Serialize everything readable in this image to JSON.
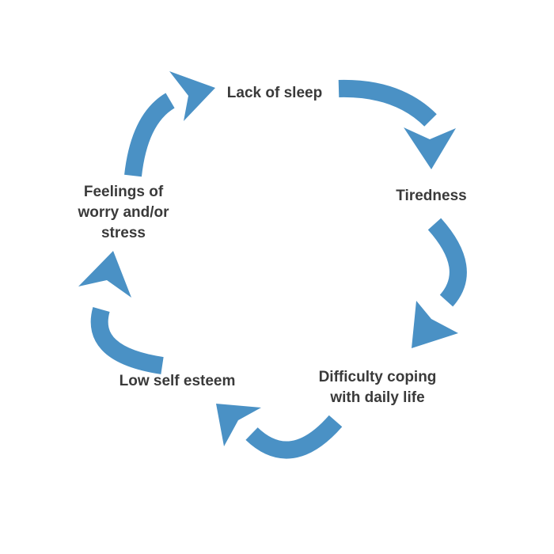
{
  "diagram": {
    "type": "cycle",
    "direction": "clockwise",
    "nodes": [
      {
        "id": "lack-of-sleep",
        "label": "Lack of sleep"
      },
      {
        "id": "tiredness",
        "label": "Tiredness"
      },
      {
        "id": "difficulty-coping",
        "label": "Difficulty coping\nwith daily life"
      },
      {
        "id": "low-self-esteem",
        "label": "Low self esteem"
      },
      {
        "id": "feelings-of-worry",
        "label": "Feelings of\nworry and/or\nstress"
      }
    ],
    "edges": [
      {
        "from": "lack-of-sleep",
        "to": "tiredness"
      },
      {
        "from": "tiredness",
        "to": "difficulty-coping"
      },
      {
        "from": "difficulty-coping",
        "to": "low-self-esteem"
      },
      {
        "from": "low-self-esteem",
        "to": "feelings-of-worry"
      },
      {
        "from": "feelings-of-worry",
        "to": "lack-of-sleep"
      }
    ]
  },
  "colors": {
    "arrow": "#4a91c5",
    "text": "#3a3a3a",
    "background": "#ffffff"
  }
}
